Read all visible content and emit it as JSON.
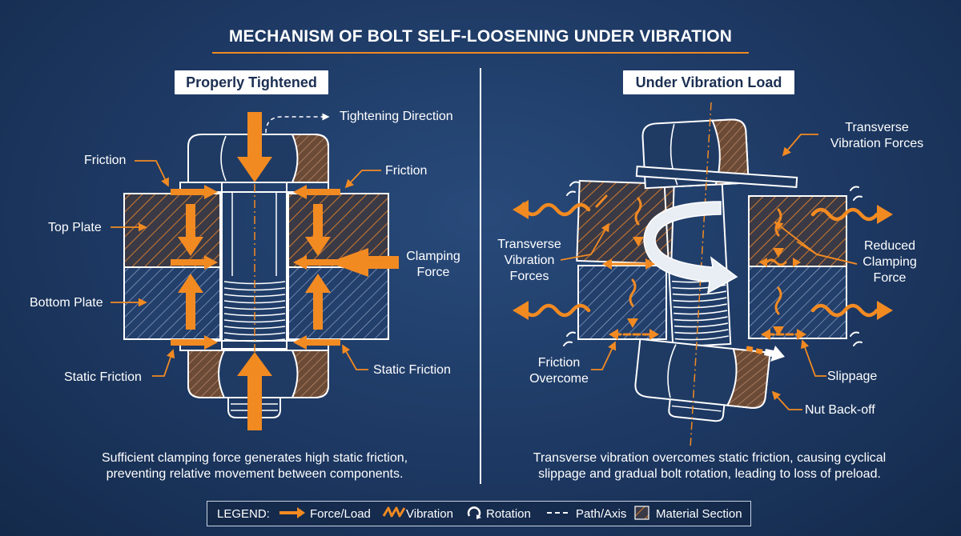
{
  "title": "MECHANISM OF BOLT SELF-LOOSENING UNDER VIBRATION",
  "left_panel": {
    "heading": "Properly Tightened",
    "labels": {
      "tightening_direction": "Tightening Direction",
      "friction_left": "Friction",
      "friction_right": "Friction",
      "top_plate": "Top Plate",
      "clamping_force_line1": "Clamping",
      "clamping_force_line2": "Force",
      "bottom_plate": "Bottom Plate",
      "static_friction_left": "Static Friction",
      "static_friction_right": "Static Friction"
    },
    "caption_line1": "Sufficient clamping force generates high static friction,",
    "caption_line2": "preventing relative movement between components."
  },
  "right_panel": {
    "heading": "Under Vibration Load",
    "labels": {
      "transverse_top_line1": "Transverse",
      "transverse_top_line2": "Vibration Forces",
      "transverse_left_line1": "Transverse",
      "transverse_left_line2": "Vibration",
      "transverse_left_line3": "Forces",
      "reduced_line1": "Reduced",
      "reduced_line2": "Clamping",
      "reduced_line3": "Force",
      "friction_overcome_line1": "Friction",
      "friction_overcome_line2": "Overcome",
      "slippage": "Slippage",
      "nut_backoff": "Nut Back-off"
    },
    "caption_line1": "Transverse vibration overcomes static friction, causing cyclical",
    "caption_line2": "slippage and gradual bolt rotation, leading to loss of preload."
  },
  "legend": {
    "prefix": "LEGEND:",
    "items": [
      {
        "label": "Force/Load",
        "icon": "arrow-icon"
      },
      {
        "label": "Vibration",
        "icon": "wave-icon"
      },
      {
        "label": "Rotation",
        "icon": "rotation-icon"
      },
      {
        "label": "Path/Axis",
        "icon": "dashed-line-icon"
      },
      {
        "label": "Material Section",
        "icon": "hatch-icon"
      }
    ]
  },
  "colors": {
    "background": "#1d3862",
    "accent": "#f28a22",
    "line": "#ffffff",
    "nut_hatch": "#6b4a36"
  }
}
